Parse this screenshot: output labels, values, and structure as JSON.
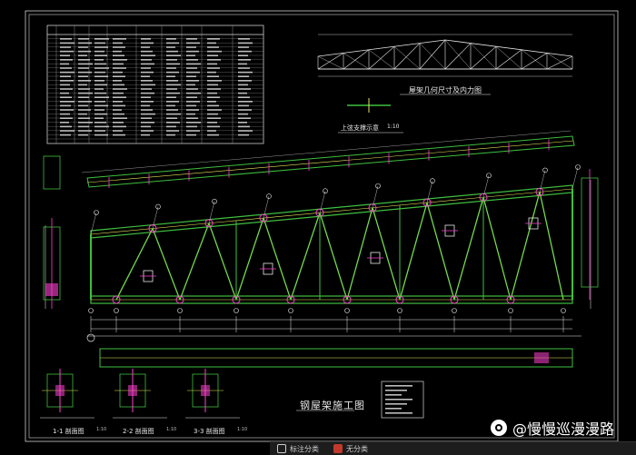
{
  "drawing": {
    "title_main": "钢屋架施工图",
    "title_geometry": "屋架几何尺寸及内力图",
    "title_upper_chord": "上弦支撑示意",
    "scale_upper": "1:10",
    "sections": [
      {
        "label": "1-1 剖面图",
        "scale": "1:10"
      },
      {
        "label": "2-2 剖面图",
        "scale": "1:10"
      },
      {
        "label": "3-3 剖面图",
        "scale": "1:10"
      }
    ]
  },
  "watermark": {
    "text": "@慢慢巡漫漫路"
  },
  "taskbar": {
    "items": [
      {
        "label": "标注分类",
        "active": false
      },
      {
        "label": "无分类",
        "active": true
      }
    ]
  },
  "colors": {
    "background": "#000000",
    "member_green": "#3fbf3f",
    "dim_white": "#e8e8e8",
    "accent_magenta": "#ff3fd0",
    "accent_yellow": "#e6e65a",
    "accent_red": "#e04040"
  }
}
